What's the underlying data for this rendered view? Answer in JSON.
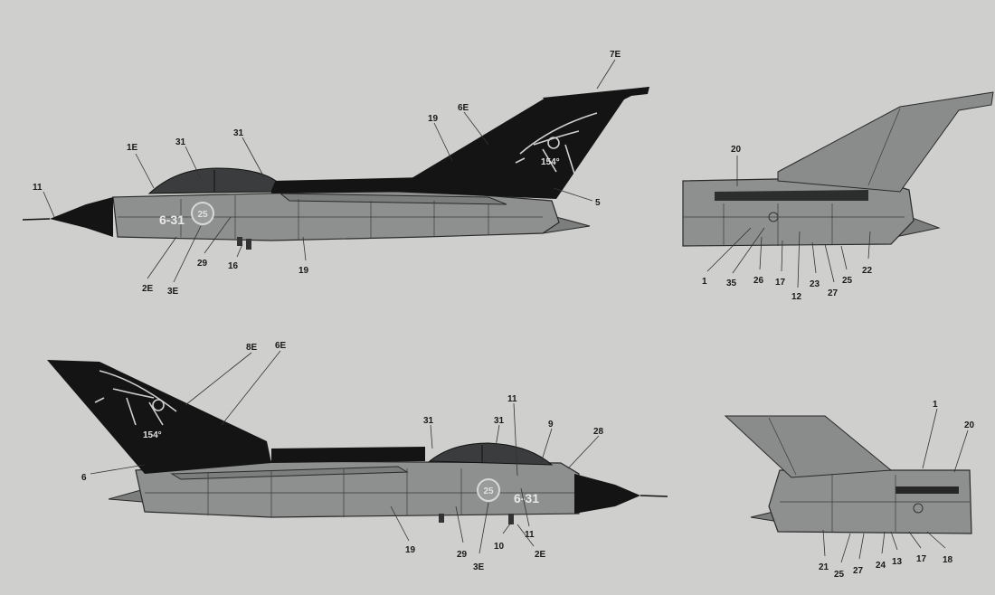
{
  "diagram": {
    "background_color": "#cfcfce",
    "scheme": "two-tone: grey fuselage, black tail and radome",
    "views": [
      {
        "id": "left-side-view",
        "markings": {
          "code": "6-31",
          "tail_marking": "154°"
        },
        "callouts": [
          "1E",
          "31",
          "31",
          "11",
          "19",
          "6E",
          "7E",
          "5",
          "2E",
          "3E",
          "29",
          "16",
          "19"
        ]
      },
      {
        "id": "left-rear-fuselage",
        "callouts": [
          "20",
          "1",
          "35",
          "26",
          "17",
          "12",
          "23",
          "27",
          "25",
          "22"
        ]
      },
      {
        "id": "right-side-view",
        "markings": {
          "code": "6-31",
          "tail_marking": "154°"
        },
        "callouts": [
          "8E",
          "6E",
          "6",
          "31",
          "31",
          "11",
          "9",
          "28",
          "19",
          "29",
          "3E",
          "10",
          "11",
          "2E"
        ]
      },
      {
        "id": "right-rear-fuselage",
        "callouts": [
          "1",
          "20",
          "21",
          "25",
          "27",
          "24",
          "13",
          "17",
          "18"
        ]
      }
    ]
  }
}
